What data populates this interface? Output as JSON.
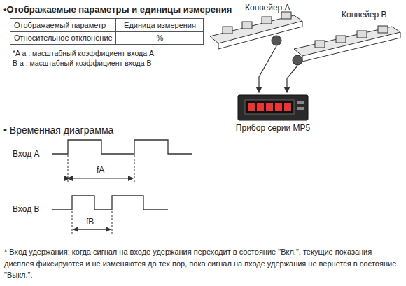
{
  "diagram": {
    "title": "•Отображаемые параметры и единицы измерения",
    "nodes": [
      {
        "text": [
          "Прибор серии MP5"
        ]
      }
    ],
    "labels": [
      "Отображаемый параметр",
      "Единица измерения",
      "Относительное отклонение",
      "%",
      "*A a : масштабный коэффициент входа A",
      "B a : масштабный коэффициент входа B",
      "Конвейер A",
      "Конвейер B",
      "• Временная диаграмма",
      "Вход A",
      "fA",
      "Вход B",
      "fB",
      "* Вход удержания: когда сигнал на входе удержания переходит в состояние \"Вкл.\", текущие показания дисплея фиксируются и не изменяются до тех пор, пока сигнал на входе удержания не вернется в состояние \"Выкл.\"."
    ]
  }
}
